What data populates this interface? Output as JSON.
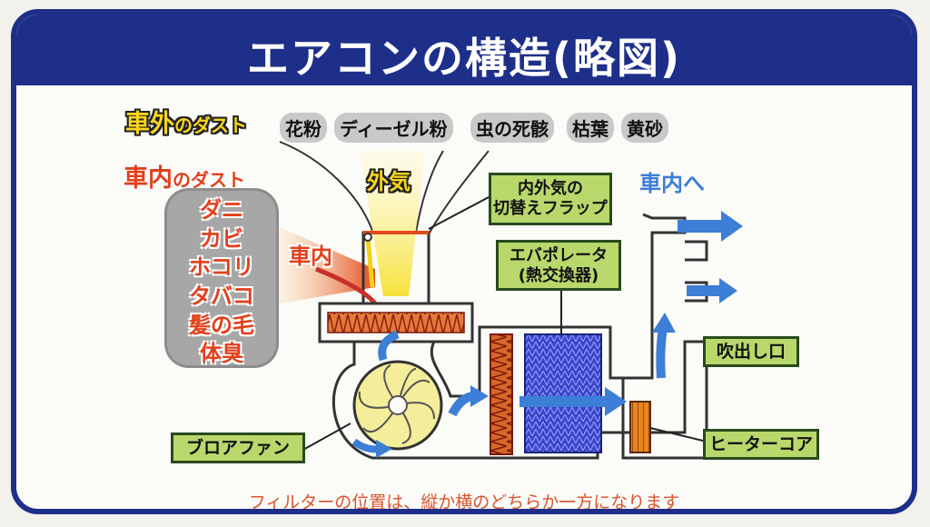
{
  "title": "エアコンの構造(略図)",
  "outside_dust": {
    "label_main": "車外",
    "label_suffix": "のダスト",
    "items": [
      "花粉",
      "ディーゼル粉",
      "虫の死骸",
      "枯葉",
      "黄砂"
    ]
  },
  "inside_dust": {
    "label_main": "車内",
    "label_suffix": "のダスト",
    "items": [
      "ダニ",
      "カビ",
      "ホコリ",
      "タバコ",
      "髪の毛",
      "体臭"
    ]
  },
  "airflow_labels": {
    "outside_air": "外気",
    "inside_air": "車内",
    "to_cabin": "車内へ"
  },
  "components": {
    "flap": [
      "内外気の",
      "切替えフラップ"
    ],
    "evaporator": [
      "エバポレータ",
      "(熱交換器)"
    ],
    "vent": "吹出し口",
    "blower": "ブロアファン",
    "heater": "ヒーターコア"
  },
  "footer": "フィルターの位置は、縦か横のどちらか一方になります",
  "colors": {
    "frame": "#1e2f8a",
    "label_green": "#b8d86b",
    "arrow_blue": "#3d7ed6",
    "evaporator_blue": "#3a46c8",
    "filter_red": "#c8402a",
    "heater_orange": "#e8841e"
  }
}
